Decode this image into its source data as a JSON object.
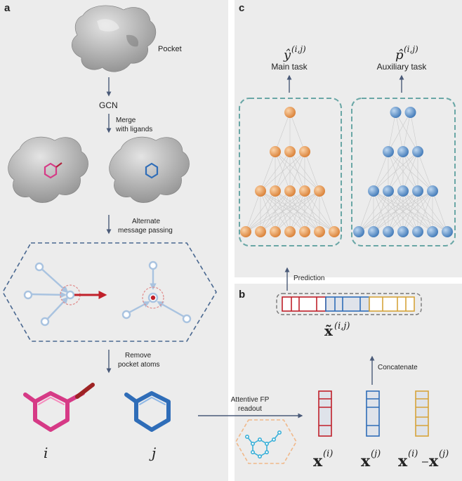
{
  "panels": {
    "a": {
      "letter": "a"
    },
    "b": {
      "letter": "b"
    },
    "c": {
      "letter": "c"
    }
  },
  "panel_a": {
    "pocket": "Pocket",
    "gcn": "GCN",
    "merge_1": "Merge",
    "merge_2": "with ligands",
    "alt_1": "Alternate",
    "alt_2": "message passing",
    "remove_1": "Remove",
    "remove_2": "pocket atoms",
    "lig_i": "i",
    "lig_j": "j"
  },
  "panel_c": {
    "main_sym": "ŷ",
    "main_sup": "(i,j)",
    "main_task": "Main task",
    "aux_sym": "p̂",
    "aux_sup": "(i,j)",
    "aux_task": "Auxiliary task",
    "prediction": "Prediction"
  },
  "panel_b": {
    "concat_sym": "x̃",
    "concat_sup": "(i,j)",
    "concatenate": "Concatenate",
    "readout_1": "Attentive FP",
    "readout_2": "readout",
    "x": "x",
    "sup_i": "(i)",
    "sup_j": "(j)",
    "minus": "–"
  },
  "colors": {
    "panel_bg": "#ececec",
    "red": "#c0202a",
    "blue": "#2f6db8",
    "gold": "#d6a33a",
    "teal": "#6aa7a6",
    "orange": "#e3914a",
    "magenta": "#d63a86",
    "arrow": "#4a5a78"
  },
  "network": {
    "main_layers": [
      1,
      3,
      5,
      7
    ],
    "aux_layers": [
      2,
      3,
      5,
      7
    ]
  }
}
